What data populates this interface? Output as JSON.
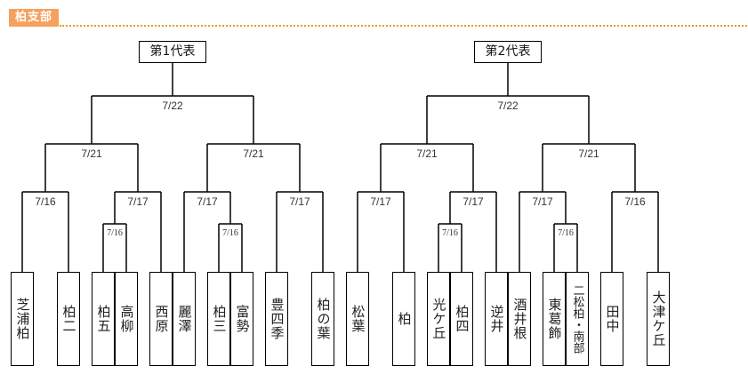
{
  "section": {
    "title": "柏支部",
    "accent_color": "#f7a15e",
    "rule_color": "#e0a020"
  },
  "representatives": [
    {
      "label": "第1代表"
    },
    {
      "label": "第2代表"
    }
  ],
  "teams": [
    {
      "name": "芝浦柏"
    },
    {
      "name": "柏二"
    },
    {
      "name": "柏五"
    },
    {
      "name": "高柳"
    },
    {
      "name": "西原"
    },
    {
      "name": "麗澤"
    },
    {
      "name": "柏三"
    },
    {
      "name": "富勢"
    },
    {
      "name": "豊四季"
    },
    {
      "name": "柏の葉"
    },
    {
      "name": "松葉"
    },
    {
      "name": "柏"
    },
    {
      "name": "光ケ丘"
    },
    {
      "name": "柏四"
    },
    {
      "name": "逆井"
    },
    {
      "name": "酒井根"
    },
    {
      "name": "東葛飾"
    },
    {
      "name": "二松柏・南部"
    },
    {
      "name": "田中"
    },
    {
      "name": "大津ケ丘"
    }
  ],
  "matches": [
    {
      "id": "m1",
      "date": "7/16",
      "a": "t0",
      "b": "t1",
      "round": 1
    },
    {
      "id": "m2",
      "date": "7/16",
      "a": "t2",
      "b": "t3",
      "round": 0
    },
    {
      "id": "m3",
      "date": "7/17",
      "a": "m2",
      "b": "t4",
      "round": 1
    },
    {
      "id": "m4",
      "date": "7/16",
      "a": "t6",
      "b": "t7",
      "round": 0
    },
    {
      "id": "m5",
      "date": "7/17",
      "a": "t5",
      "b": "m4",
      "round": 1
    },
    {
      "id": "m6",
      "date": "7/17",
      "a": "t8",
      "b": "t9",
      "round": 1
    },
    {
      "id": "m7",
      "date": "7/21",
      "a": "m1",
      "b": "m3",
      "round": 2
    },
    {
      "id": "m8",
      "date": "7/21",
      "a": "m5",
      "b": "m6",
      "round": 2
    },
    {
      "id": "m9",
      "date": "7/22",
      "a": "m7",
      "b": "m8",
      "round": 3
    },
    {
      "id": "m10",
      "date": "7/17",
      "a": "t10",
      "b": "t11",
      "round": 1
    },
    {
      "id": "m11",
      "date": "7/16",
      "a": "t12",
      "b": "t13",
      "round": 0
    },
    {
      "id": "m12",
      "date": "7/17",
      "a": "m11",
      "b": "t14",
      "round": 1
    },
    {
      "id": "m13",
      "date": "7/16",
      "a": "t16",
      "b": "t17",
      "round": 0
    },
    {
      "id": "m14",
      "date": "7/17",
      "a": "t15",
      "b": "m13",
      "round": 1
    },
    {
      "id": "m15",
      "date": "7/16",
      "a": "t18",
      "b": "t19",
      "round": 1
    },
    {
      "id": "m16",
      "date": "7/21",
      "a": "m10",
      "b": "m12",
      "round": 2
    },
    {
      "id": "m17",
      "date": "7/21",
      "a": "m14",
      "b": "m15",
      "round": 2
    },
    {
      "id": "m18",
      "date": "7/22",
      "a": "m16",
      "b": "m17",
      "round": 3
    }
  ]
}
